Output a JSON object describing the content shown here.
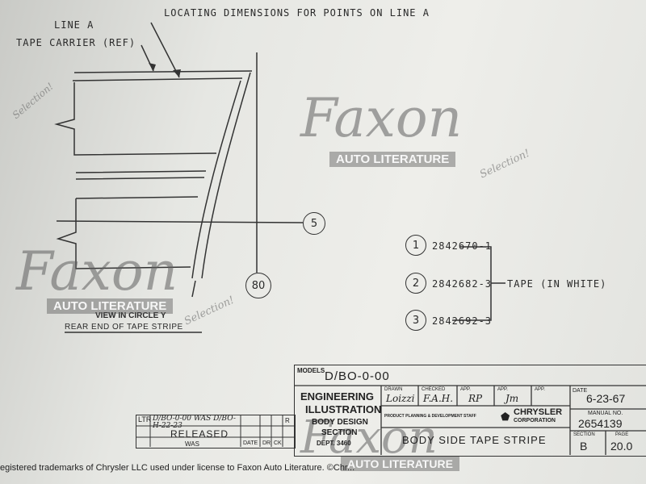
{
  "drawing": {
    "header_title": "LOCATING DIMENSIONS FOR POINTS ON LINE A",
    "label_line_a": "LINE A",
    "label_tape_carrier": "TAPE CARRIER (REF)",
    "view_in_circle": "VIEW IN CIRCLE Y",
    "rear_end_label": "REAR END OF TAPE STRIPE",
    "circle_5": "5",
    "circle_80": "80"
  },
  "parts": [
    {
      "num": "1",
      "part": "2842670-1"
    },
    {
      "num": "2",
      "part": "2842682-3"
    },
    {
      "num": "3",
      "part": "2842692-3"
    }
  ],
  "tape_label": "TAPE (IN WHITE)",
  "watermark": {
    "brand": "Faxon",
    "sub": "AUTO LITERATURE",
    "seal": "Selection!"
  },
  "revision": {
    "row1": "D/BO-0-00 WAS D/BO-H-22-23",
    "released": "RELEASED",
    "was": "WAS",
    "ltr": "LTR",
    "date_col": "DATE",
    "dr_col": "DR",
    "ck_col": "CK",
    "r_col": "R"
  },
  "titleblock": {
    "models_label": "MODELS",
    "models_value": "D/BO-0-00",
    "eng_title_1": "ENGINEERING",
    "eng_title_2": "ILLUSTRATION",
    "body_design_1": "BODY DESIGN",
    "body_design_2": "SECTION",
    "dept": "DEPT. 3460",
    "drawn_label": "DRAWN",
    "drawn_value": "Loizzi",
    "checked_label": "CHECKED",
    "checked_value": "F.A.H.",
    "app1_label": "APP.",
    "app1_value": "RP",
    "app2_label": "APP.",
    "app2_value": "Jm",
    "app3_label": "APP.",
    "date_label": "DATE",
    "date_value": "6-23-67",
    "staff": "PRODUCT PLANNING & DEVELOPMENT STAFF",
    "chrysler": "CHRYSLER",
    "corporation": "CORPORATION",
    "manual_label": "MANUAL NO.",
    "manual_value": "2654139",
    "title": "BODY SIDE TAPE STRIPE",
    "section_label": "SECTION",
    "section_value": "B",
    "page_label": "PAGE",
    "page_value": "20.0"
  },
  "footer": "egistered trademarks of Chrysler LLC used under license to Faxon Auto Literature. ©Chr..."
}
